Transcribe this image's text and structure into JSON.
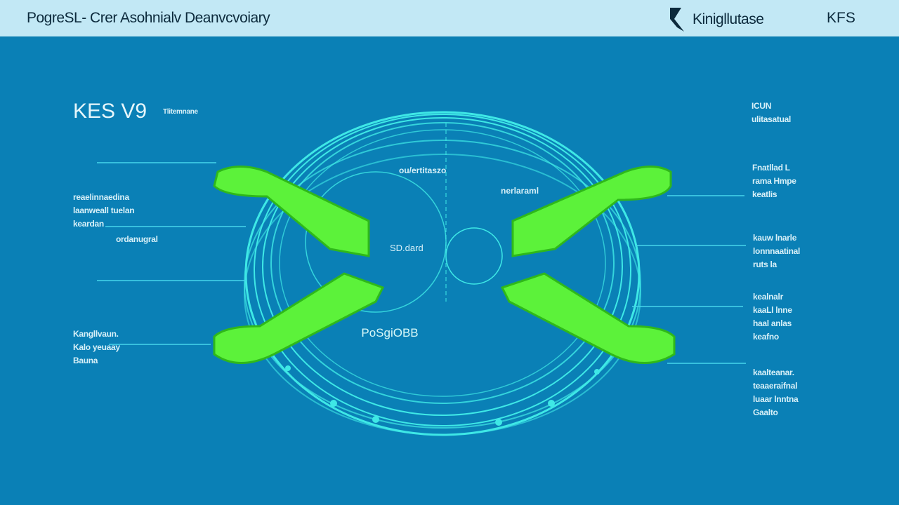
{
  "header": {
    "title": "PogreSL- Crer Asohnialv Deanvcvoiary",
    "brand_name": "Kinigllutase",
    "brand_short": "KFS"
  },
  "main": {
    "heading": "KES V9",
    "heading_tag": "Tlitemnane",
    "center_label": "PoSgiOBB",
    "inner_labels": [
      "ou/ertitaszo",
      "nerlaraml",
      "SD.dard"
    ],
    "left_labels": [
      [
        "reaelinnaedina",
        "laanweall tuelan",
        "keardan"
      ],
      [
        "ordanugral"
      ],
      [
        "Kangllvaun.",
        "Kalo yeuaay",
        "Bauna"
      ]
    ],
    "right_labels": [
      [
        "ICUN",
        "ulitasatual"
      ],
      [
        "Fnatllad L",
        "rama Hmpe",
        "keatlis"
      ],
      [
        "kauw lnarle",
        "lonnnaatinal",
        "ruts la"
      ],
      [
        "kealnalr",
        "kaaLl lnne",
        "haal anlas",
        "keafno"
      ],
      [
        "kaalteanar.",
        "teaaeraifnal",
        "luaar lnntna",
        "Gaalto"
      ]
    ]
  },
  "colors": {
    "background": "#0a80b6",
    "header": "#c2e8f5",
    "ring": "#3ee8e6",
    "paddle": "#5cf23a"
  }
}
